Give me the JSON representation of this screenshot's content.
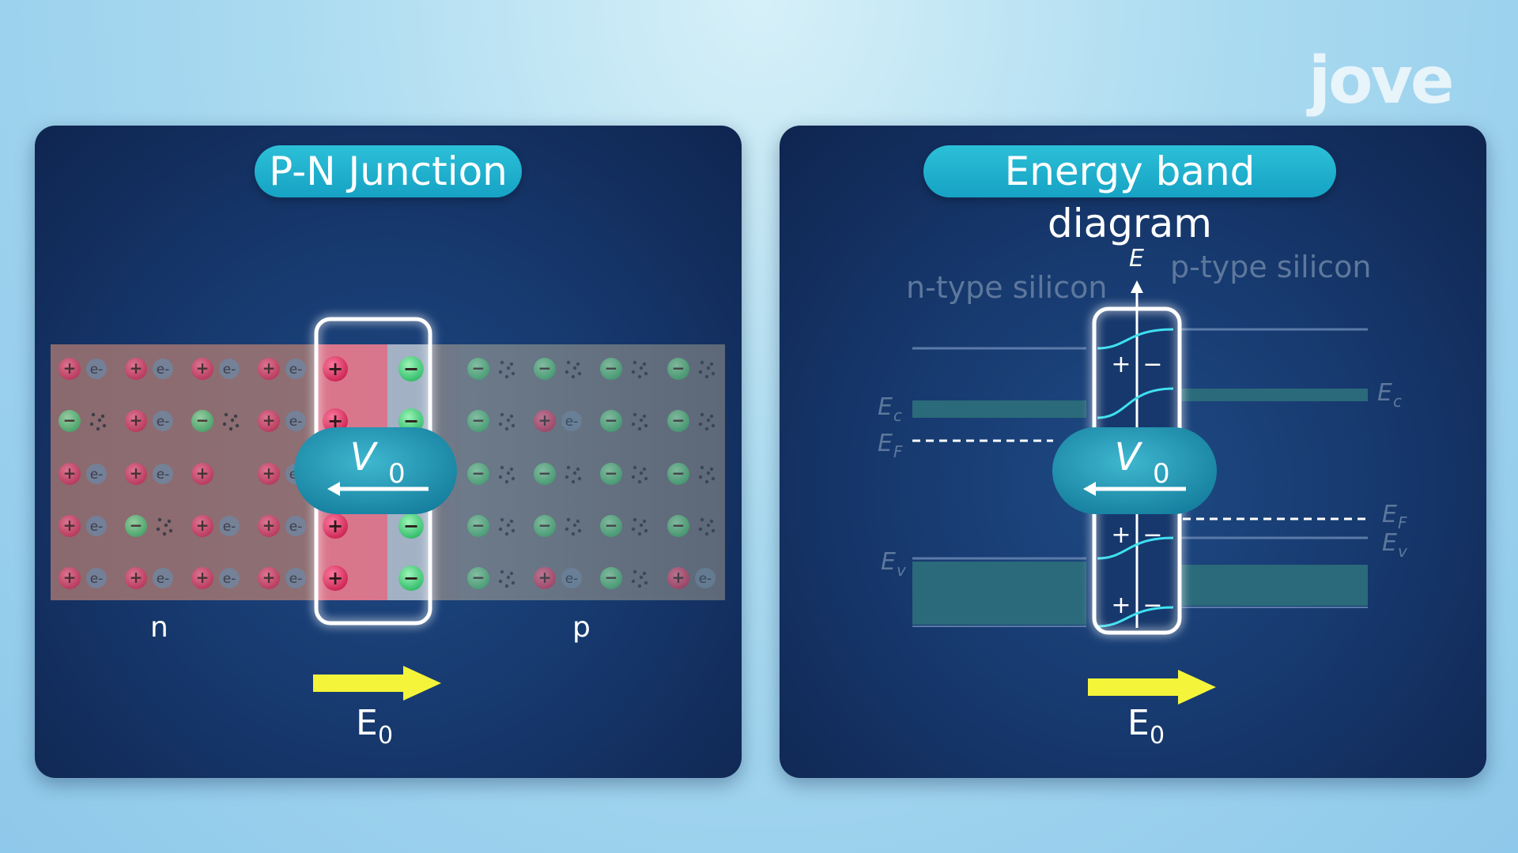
{
  "logo": "jove",
  "left_panel": {
    "title": "P-N Junction",
    "region_n": "n",
    "region_p": "p",
    "voltage_label": "V",
    "voltage_sub": "0",
    "field_label": "E",
    "field_sub": "0",
    "grid_left": [
      [
        "+e",
        "+e",
        "+e",
        "+e"
      ],
      [
        "-d",
        "+e",
        "-d",
        "+e"
      ],
      [
        "+e",
        "+e",
        "+",
        "+e"
      ],
      [
        "+e",
        "-d",
        "+e",
        "+e"
      ],
      [
        "+e",
        "+e",
        "+e",
        "+e"
      ]
    ],
    "grid_right": [
      [
        "-d",
        "-d",
        "-d",
        "-d"
      ],
      [
        "-d",
        "+e",
        "-d",
        "-d"
      ],
      [
        "-d",
        "-d",
        "-d",
        "-d"
      ],
      [
        "-d",
        "-d",
        "-d",
        "-d"
      ],
      [
        "-d",
        "+e",
        "-d",
        "+e"
      ]
    ],
    "electron_label": "e-",
    "plus_sign": "+",
    "minus_sign": "−"
  },
  "right_panel": {
    "title": "Energy band diagram",
    "axis_label": "E",
    "n_label": "n-type silicon",
    "p_label": "p-type silicon",
    "ec_left": "E",
    "ec_left_sub": "c",
    "ef_left": "E",
    "ef_left_sub": "F",
    "ev_left": "E",
    "ev_left_sub": "v",
    "ec_right": "E",
    "ec_right_sub": "c",
    "ef_right": "E",
    "ef_right_sub": "F",
    "ev_right": "E",
    "ev_right_sub": "v",
    "voltage_label": "V",
    "voltage_sub": "0",
    "field_label": "E",
    "field_sub": "0",
    "plus_sign": "+",
    "minus_sign": "−"
  },
  "colors": {
    "accent_cyan": "#2cc0d8",
    "positive_ion": "#e0386a",
    "negative_ion": "#3fd27a",
    "field_arrow": "#f4f43a",
    "band_fill": "#2a6a7a"
  }
}
